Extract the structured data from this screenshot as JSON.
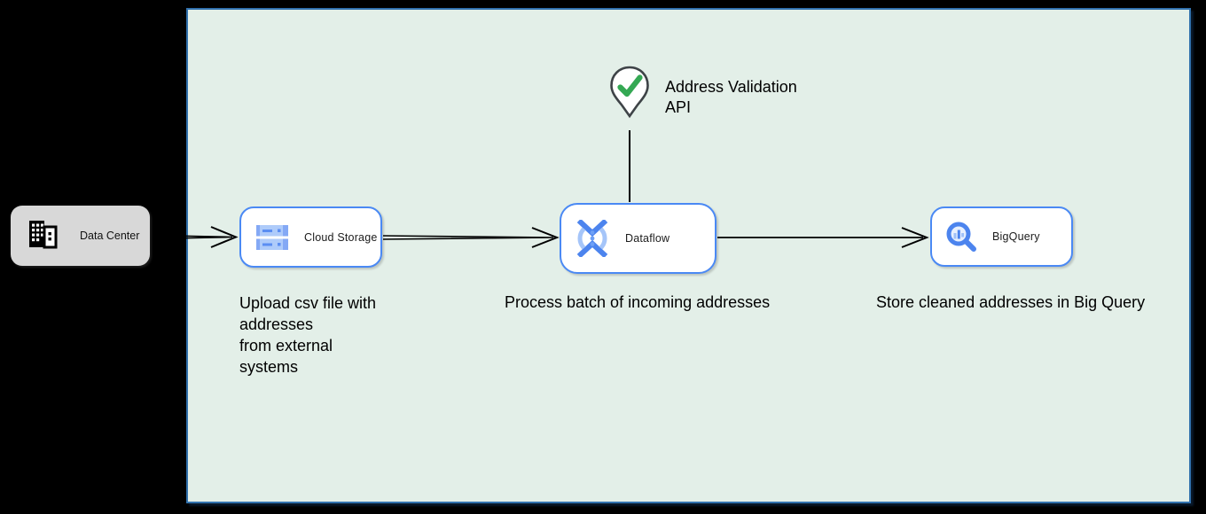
{
  "colors": {
    "canvas_bg": "#000000",
    "diagram_bg": "#e3efe8",
    "diagram_border": "#3171ad",
    "node_border": "#4a89f4",
    "node_bg": "#ffffff",
    "datacenter_bg": "#d8d8d8",
    "icon_blue_dark": "#4c84ee",
    "icon_blue_light": "#aecbfa",
    "check_green": "#34a853",
    "connector": "#000000",
    "text": "#000000"
  },
  "nodes": {
    "data_center": {
      "label": "Data Center",
      "icon": "data-center-building-icon"
    },
    "cloud_storage": {
      "label": "Cloud Storage",
      "icon": "cloud-storage-icon"
    },
    "dataflow": {
      "label": "Dataflow",
      "icon": "dataflow-icon"
    },
    "bigquery": {
      "label": "BigQuery",
      "icon": "bigquery-icon"
    },
    "address_validation": {
      "label": "Address Validation\nAPI",
      "icon": "map-pin-check-icon"
    }
  },
  "captions": {
    "cloud_storage": "Upload csv file with\naddresses\nfrom external\nsystems",
    "dataflow": "Process batch of incoming addresses",
    "bigquery": "Store cleaned addresses in Big Query"
  }
}
